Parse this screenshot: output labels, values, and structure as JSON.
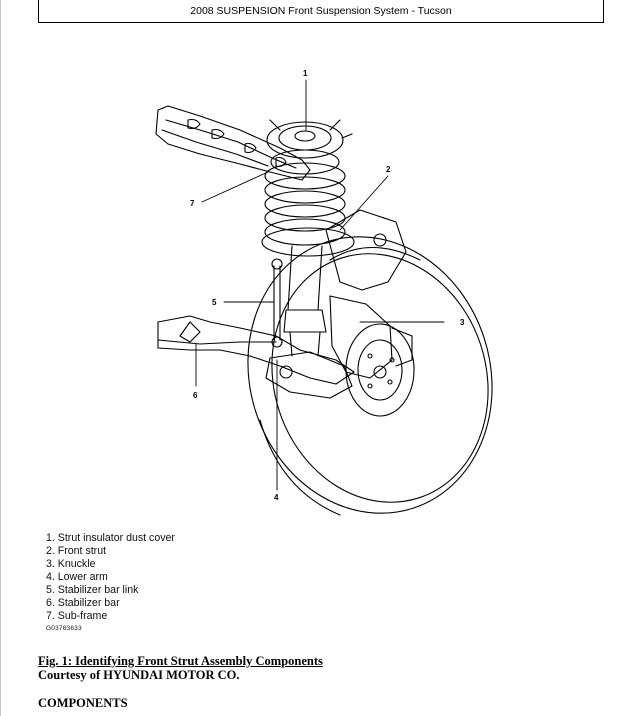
{
  "header": {
    "title": "2008 SUSPENSION Front Suspension System - Tucson"
  },
  "figure": {
    "callouts": [
      "1",
      "2",
      "3",
      "4",
      "5",
      "6",
      "7"
    ],
    "legend": [
      "1.  Strut insulator dust cover",
      "2.  Front strut",
      "3.  Knuckle",
      "4.  Lower arm",
      "5.  Stabilizer bar link",
      "6.  Stabilizer bar",
      "7.  Sub-frame"
    ],
    "image_code": "G03763633"
  },
  "caption": "Fig. 1: Identifying Front Strut Assembly Components",
  "courtesy": "Courtesy of HYUNDAI MOTOR CO.",
  "section_heading": "COMPONENTS"
}
